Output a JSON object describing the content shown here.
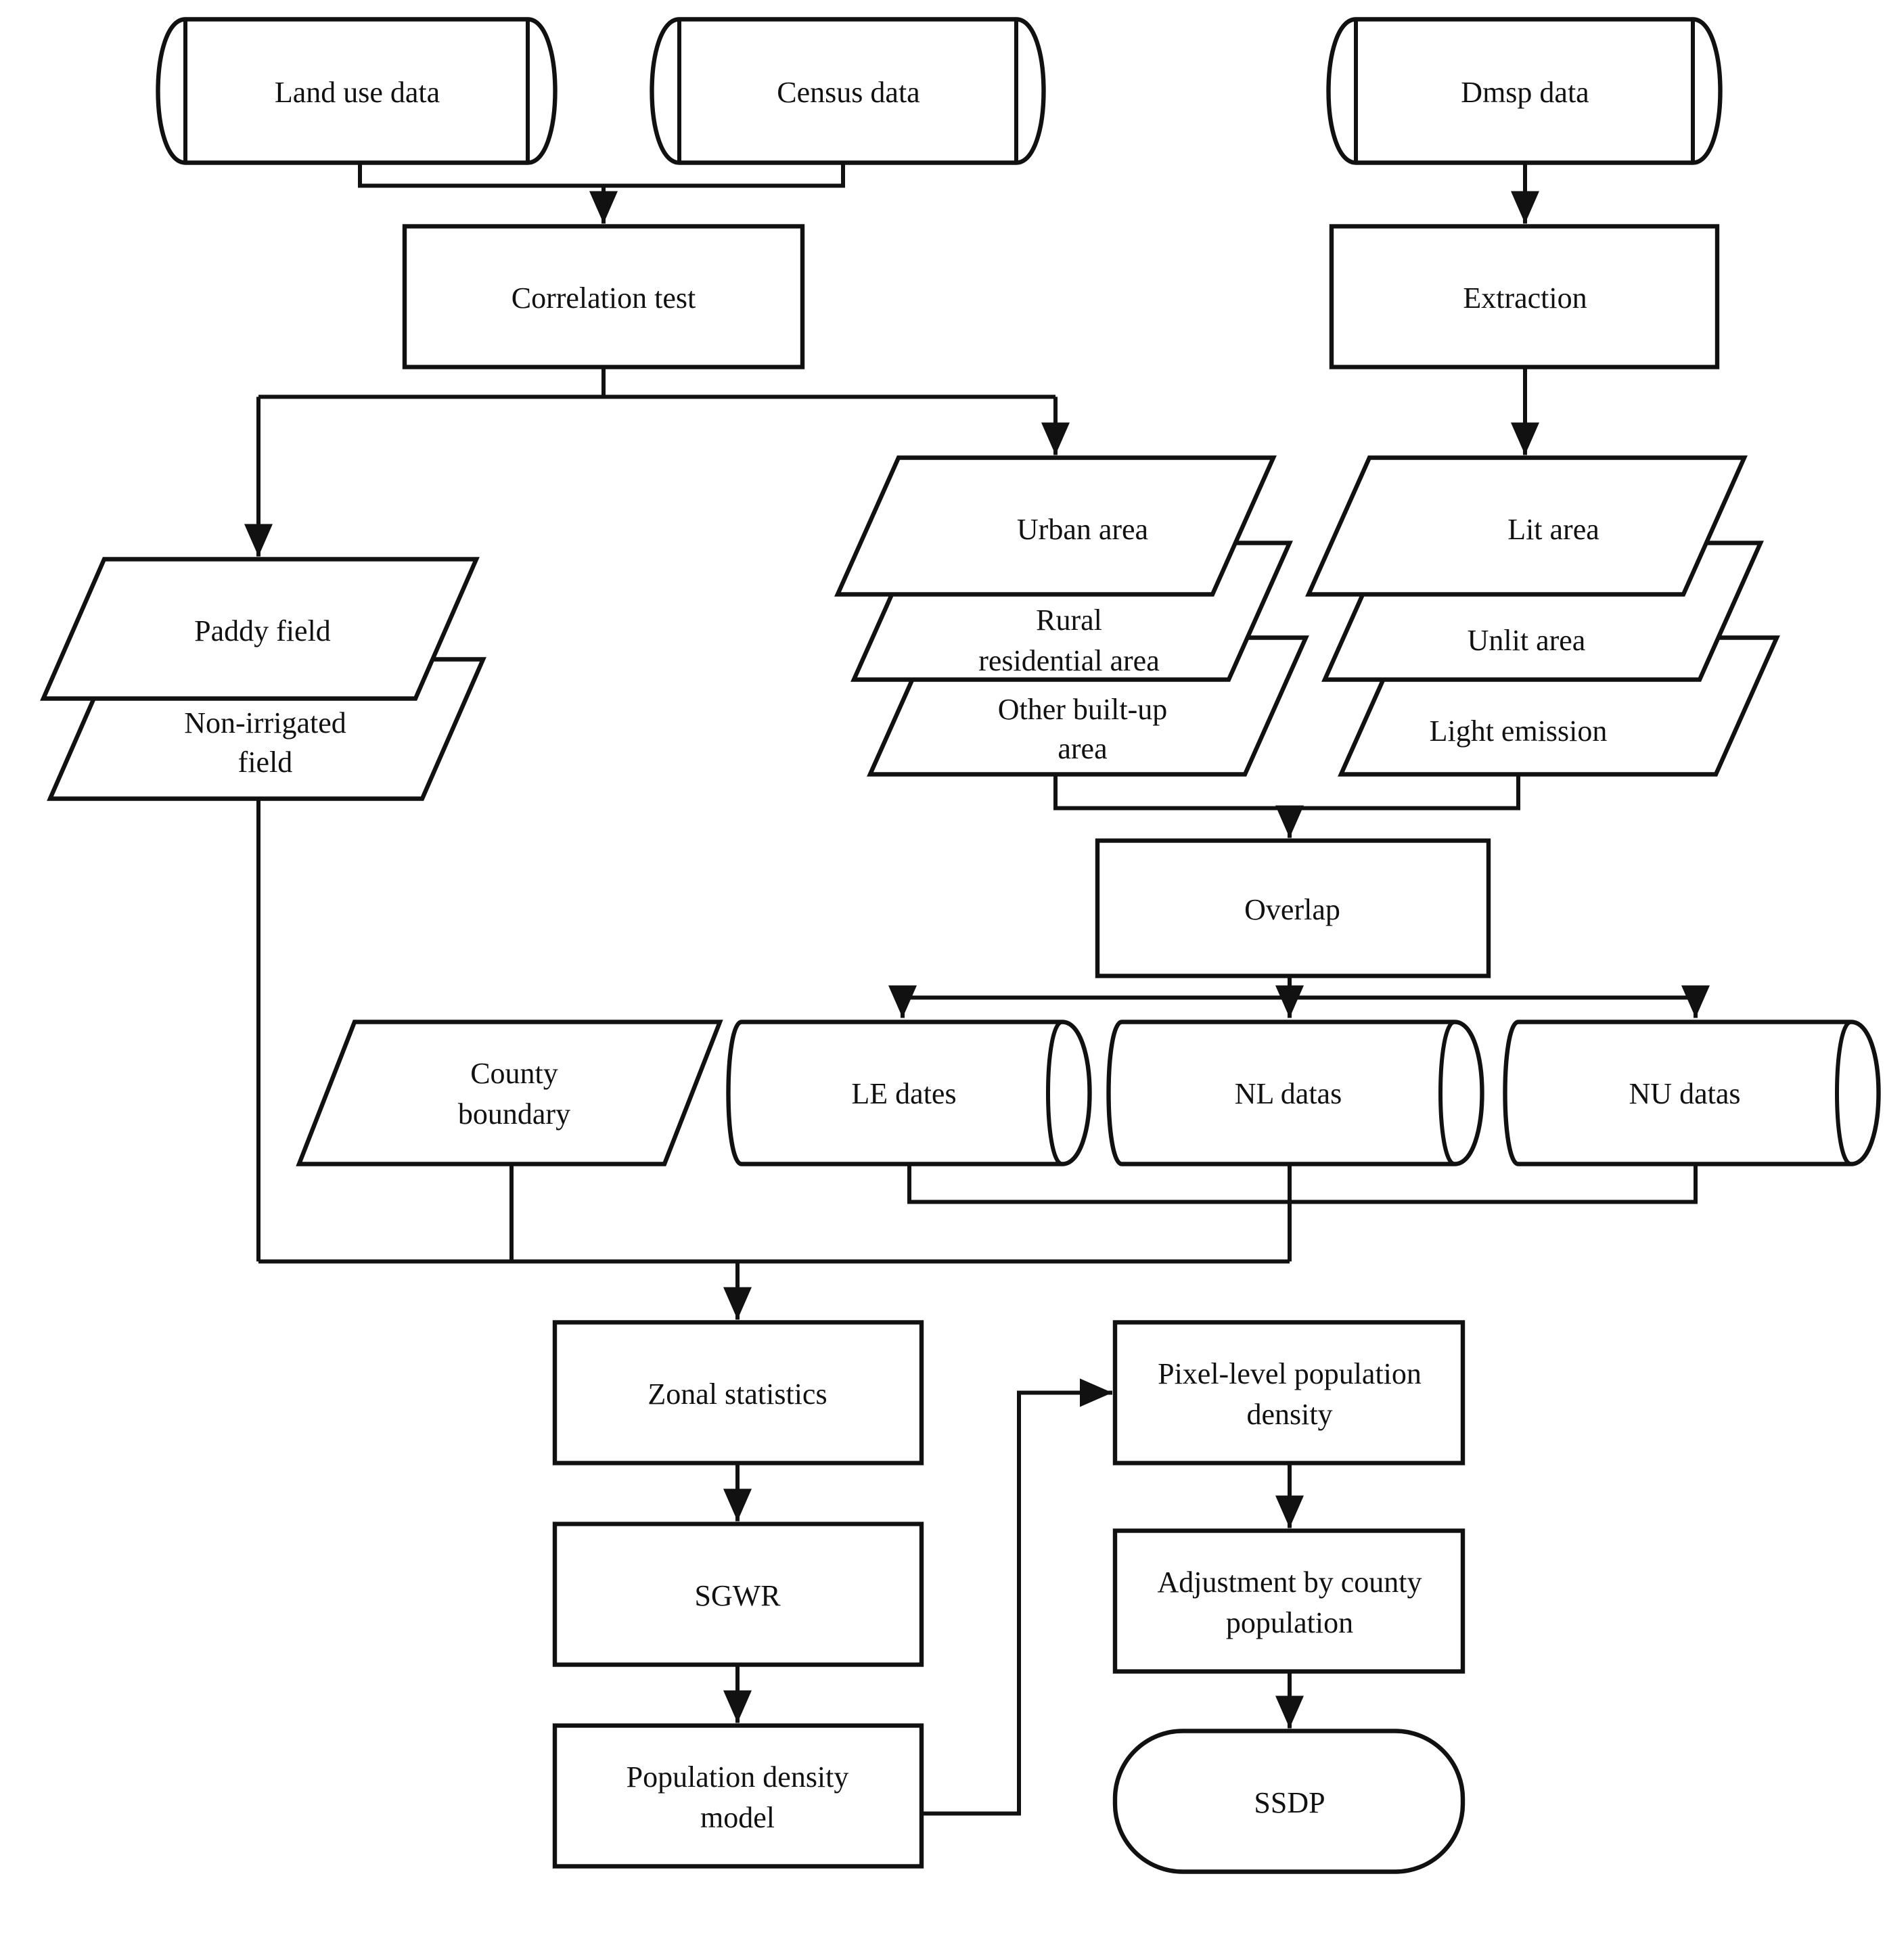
{
  "nodes": {
    "land_use_data": {
      "label": "Land use data",
      "shape": "cylinder"
    },
    "census_data": {
      "label": "Census data",
      "shape": "cylinder"
    },
    "dmsp_data": {
      "label": "Dmsp data",
      "shape": "cylinder"
    },
    "correlation_test": {
      "label": "Correlation test",
      "shape": "process"
    },
    "extraction": {
      "label": "Extraction",
      "shape": "process"
    },
    "paddy_field": {
      "label": "Paddy field",
      "shape": "data"
    },
    "non_irrigated_field": {
      "line1": "Non-irrigated",
      "line2": "field",
      "shape": "data"
    },
    "urban_area": {
      "label": "Urban area",
      "shape": "data"
    },
    "rural_residential_area": {
      "line1": "Rural",
      "line2": "residential area",
      "shape": "data"
    },
    "other_built_up_area": {
      "line1": "Other built-up",
      "line2": "area",
      "shape": "data"
    },
    "lit_area": {
      "label": "Lit area",
      "shape": "data"
    },
    "unlit_area": {
      "label": "Unlit area",
      "shape": "data"
    },
    "light_emission": {
      "label": "Light emission",
      "shape": "data"
    },
    "overlap": {
      "label": "Overlap",
      "shape": "process"
    },
    "county_boundary": {
      "line1": "County",
      "line2": "boundary",
      "shape": "data"
    },
    "le_dates": {
      "label": "LE dates",
      "shape": "cylinder"
    },
    "nl_datas": {
      "label": "NL datas",
      "shape": "cylinder"
    },
    "nu_datas": {
      "label": "NU datas",
      "shape": "cylinder"
    },
    "zonal_statistics": {
      "label": "Zonal statistics",
      "shape": "process"
    },
    "sgwr": {
      "label": "SGWR",
      "shape": "process"
    },
    "population_density_model": {
      "line1": "Population density",
      "line2": "model",
      "shape": "process"
    },
    "pixel_level_population_density": {
      "line1": "Pixel-level population",
      "line2": "density",
      "shape": "process"
    },
    "adjustment_by_county_population": {
      "line1": "Adjustment by county",
      "line2": "population",
      "shape": "process"
    },
    "ssdp": {
      "label": "SSDP",
      "shape": "terminator"
    }
  },
  "colors": {
    "stroke": "#111111",
    "fill": "#ffffff",
    "background": "#ffffff",
    "text": "#111111"
  }
}
